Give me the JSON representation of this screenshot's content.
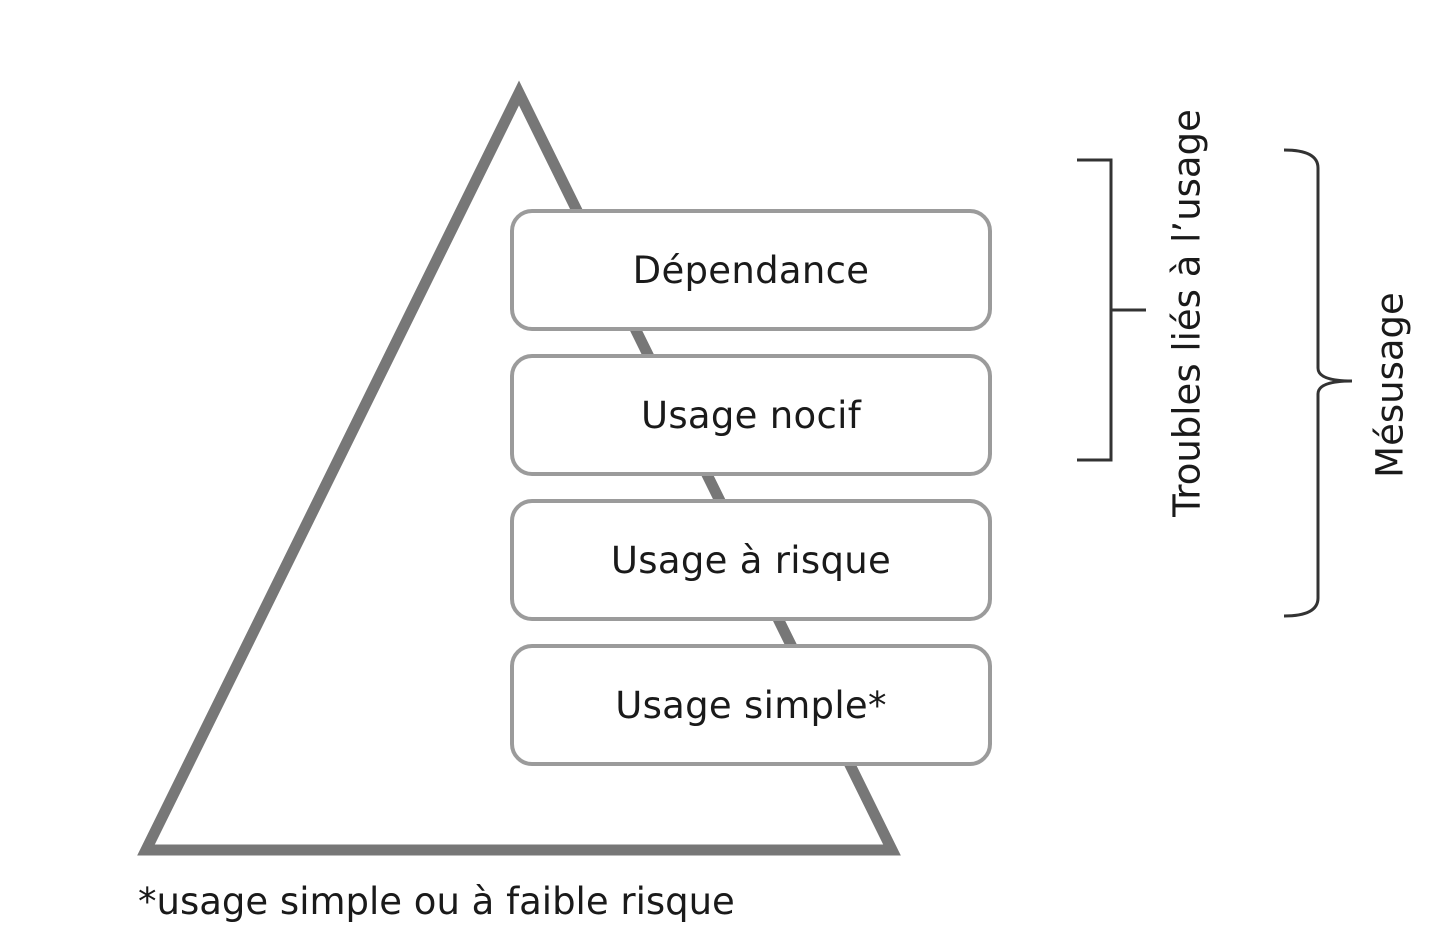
{
  "pyramid": {
    "levels": [
      {
        "key": "dependance",
        "label": "Dépendance"
      },
      {
        "key": "usage-nocif",
        "label": "Usage nocif"
      },
      {
        "key": "usage-a-risque",
        "label": "Usage à risque"
      },
      {
        "key": "usage-simple",
        "label": "Usage simple*"
      }
    ]
  },
  "brackets": {
    "troubles": "Troubles liés à l’usage",
    "mesusage": "Mésusage"
  },
  "footnote": "*usage simple ou à faible risque",
  "colors": {
    "triangle_stroke": "#777777",
    "box_border": "#9b9b9b",
    "bracket_stroke": "#333333",
    "text": "#1a1a1a"
  }
}
